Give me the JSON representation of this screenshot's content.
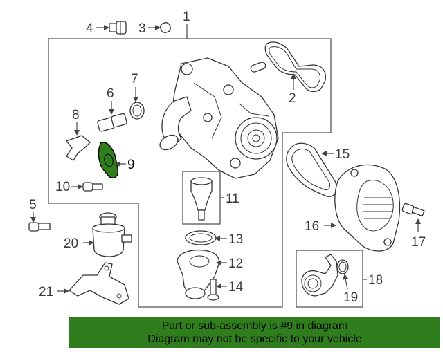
{
  "callouts": {
    "c1": "1",
    "c2": "2",
    "c3": "3",
    "c4": "4",
    "c5": "5",
    "c6": "6",
    "c7": "7",
    "c8": "8",
    "c9": "9",
    "c10": "10",
    "c11": "11",
    "c12": "12",
    "c13": "13",
    "c14": "14",
    "c15": "15",
    "c16": "16",
    "c17": "17",
    "c18": "18",
    "c19": "19",
    "c20": "20",
    "c21": "21"
  },
  "highlight": {
    "part_number": "9",
    "color": "#2f7d1d"
  },
  "banner": {
    "line1": "Part or sub-assembly is #9 in diagram",
    "line2": "Diagram may not be specific to your vehicle",
    "background": "#2f7d1d"
  }
}
